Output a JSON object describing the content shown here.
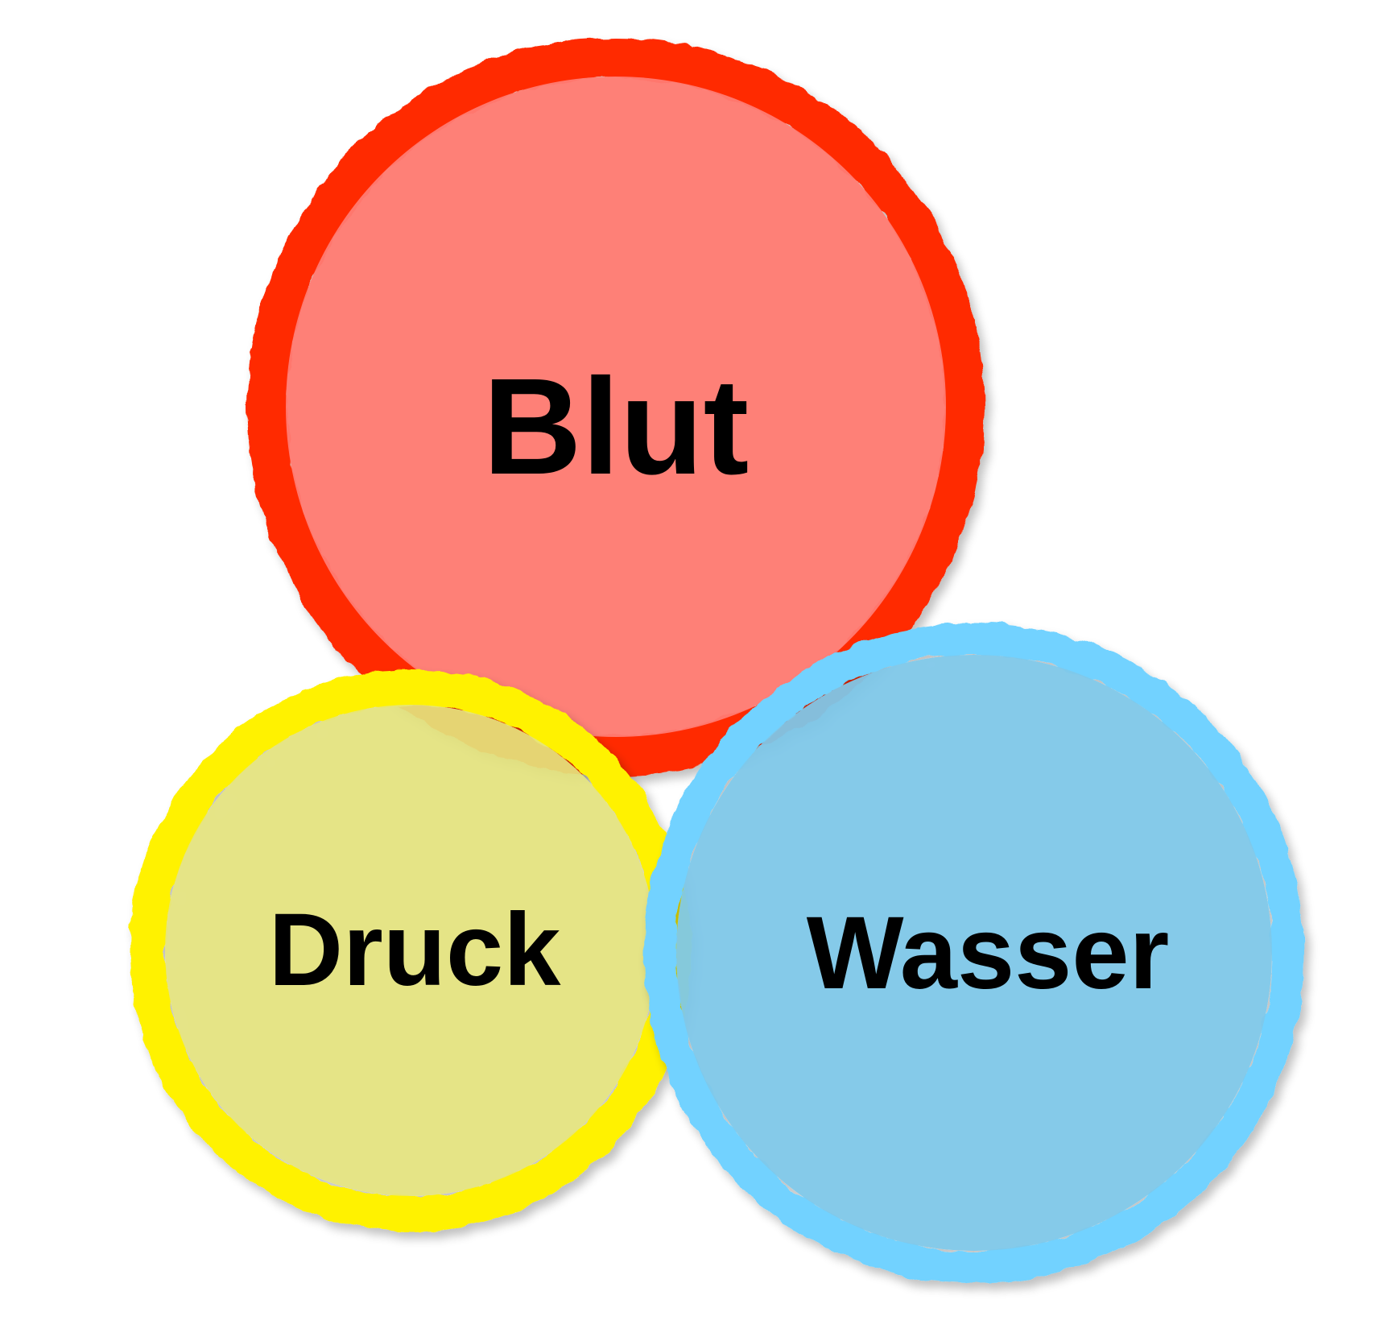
{
  "circles": [
    {
      "id": "blut",
      "label": "Blut",
      "fill": "#FF7B73",
      "stroke": "#FF2A00"
    },
    {
      "id": "druck",
      "label": "Druck",
      "fill": "#E5E47E",
      "stroke": "#FFF200"
    },
    {
      "id": "wasser",
      "label": "Wasser",
      "fill": "#7FC8E9",
      "stroke": "#72D2FF"
    }
  ]
}
